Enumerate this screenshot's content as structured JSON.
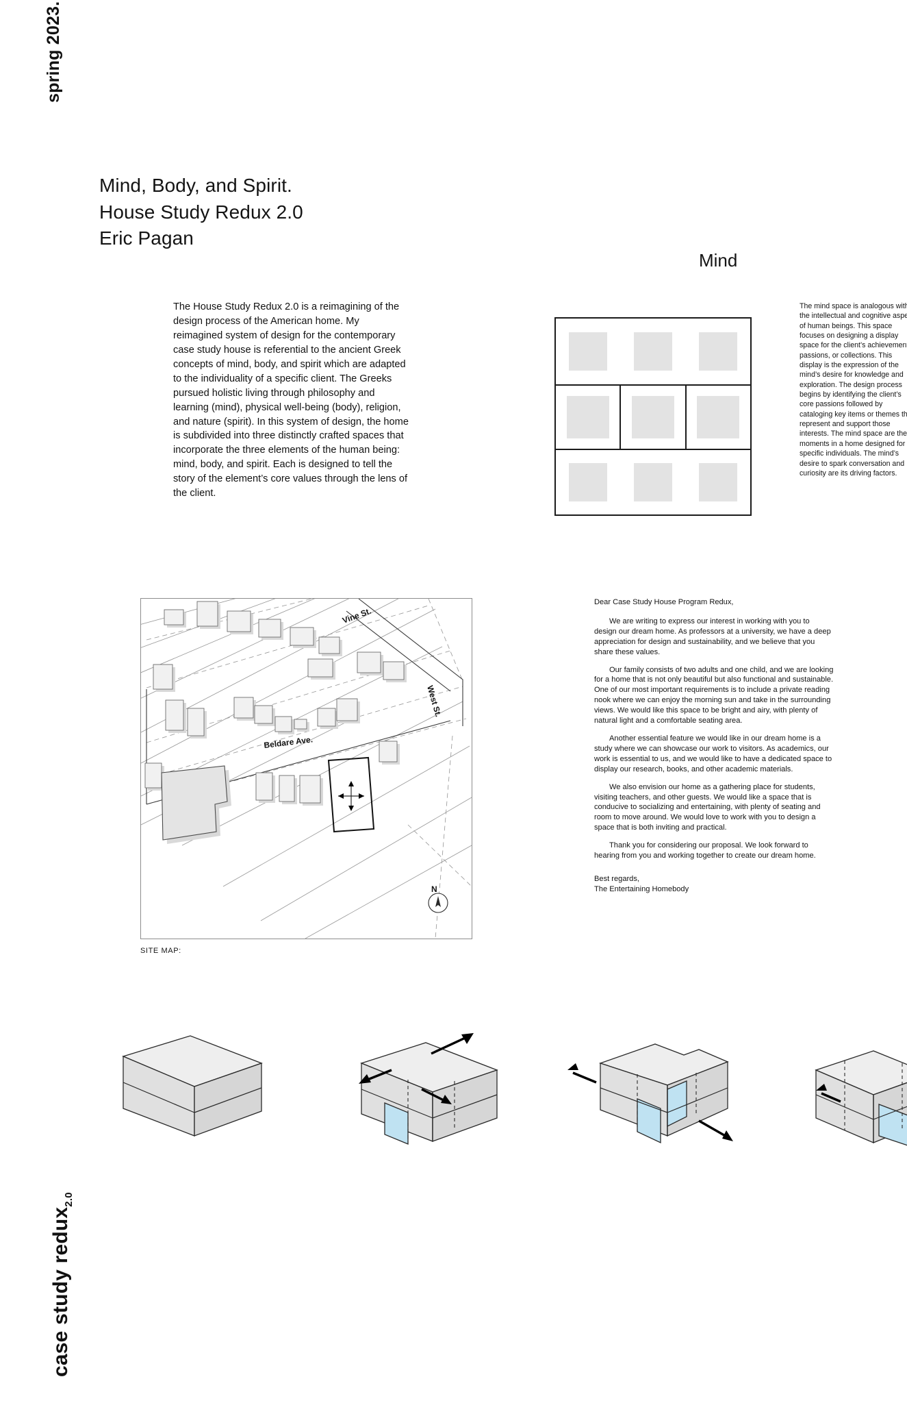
{
  "board": {
    "side_label_top": "spring 2023.",
    "side_label_bottom_main": "case study redux",
    "side_label_bottom_sub": "2.0",
    "background_color": "#ffffff",
    "text_color": "#111111",
    "glass_accent_color": "#bfe2f2",
    "tile_fill_color": "#e3e3e3"
  },
  "title": {
    "line1": "Mind, Body, and Spirit.",
    "line2": "House Study Redux 2.0",
    "line3": "Eric Pagan"
  },
  "intro": {
    "paragraph": "The House Study Redux 2.0 is a reimagining of the design process of the American home. My reimagined system of design for the contemporary case study house is referential to the ancient Greek concepts of mind, body, and spirit which are adapted to the individuality of a specific client. The Greeks pursued holistic living through philosophy and learning (mind), physical well-being (body), religion, and nature (spirit). In this system of design, the home is subdivided into three distinctly crafted spaces that incorporate the three elements of the human being: mind, body, and spirit. Each is designed to tell the story of the element’s core values through the lens of the client."
  },
  "mind_section": {
    "heading": "Mind",
    "description": "The mind space is analogous with the intellectual and cognitive aspect of human beings. This space focuses on designing a display space for the client’s achievements, passions, or collections. This display is the expression of the mind’s desire for knowledge and exploration. The design process begins by identifying the client’s core passions followed by cataloging key items or themes that represent and support those interests. The mind space are the moments in a home designed for specific individuals. The mind’s desire to spark conversation and curiosity are its driving factors."
  },
  "site_map": {
    "caption": "SITE MAP:",
    "streets": [
      "Vine St.",
      "West St.",
      "Beldare Ave."
    ],
    "north_arrow_label": "N"
  },
  "client_letter": {
    "salutation": "Dear Case Study House Program Redux,",
    "paragraphs": [
      "We are writing to express our interest in working with you to design our dream home. As professors at a university, we have a deep appreciation for design and sustainability, and we believe that you share these values.",
      "Our family consists of two adults and one child, and we are looking for a home that is not only beautiful but also functional and sustainable. One of our most important requirements is to include a private reading nook where we can enjoy the morning sun and take in the surrounding views. We would like this space to be bright and airy, with plenty of natural light and a comfortable seating area.",
      "Another essential feature we would like in our dream home is a study where we can showcase our work to visitors. As academics, our work is essential to us, and we would like to have a dedicated space to display our research, books, and other academic materials.",
      "We also envision our home as a gathering place for students, visiting teachers, and other guests. We would like a space that is conducive to socializing and entertaining, with plenty of seating and room to move around. We would love to work with you to design a space that is both inviting and practical.",
      "Thank you for considering our proposal. We look forward to hearing from you and working together to create our dream home."
    ],
    "closing": "Best regards,",
    "signature": "The Entertaining Homebody"
  },
  "massing_diagrams": [
    {
      "id": "massing-1",
      "label": "base-volume"
    },
    {
      "id": "massing-2",
      "label": "volume-split-expand"
    },
    {
      "id": "massing-3",
      "label": "volume-extrude-glass"
    },
    {
      "id": "massing-4",
      "label": "volume-shift-final"
    }
  ]
}
